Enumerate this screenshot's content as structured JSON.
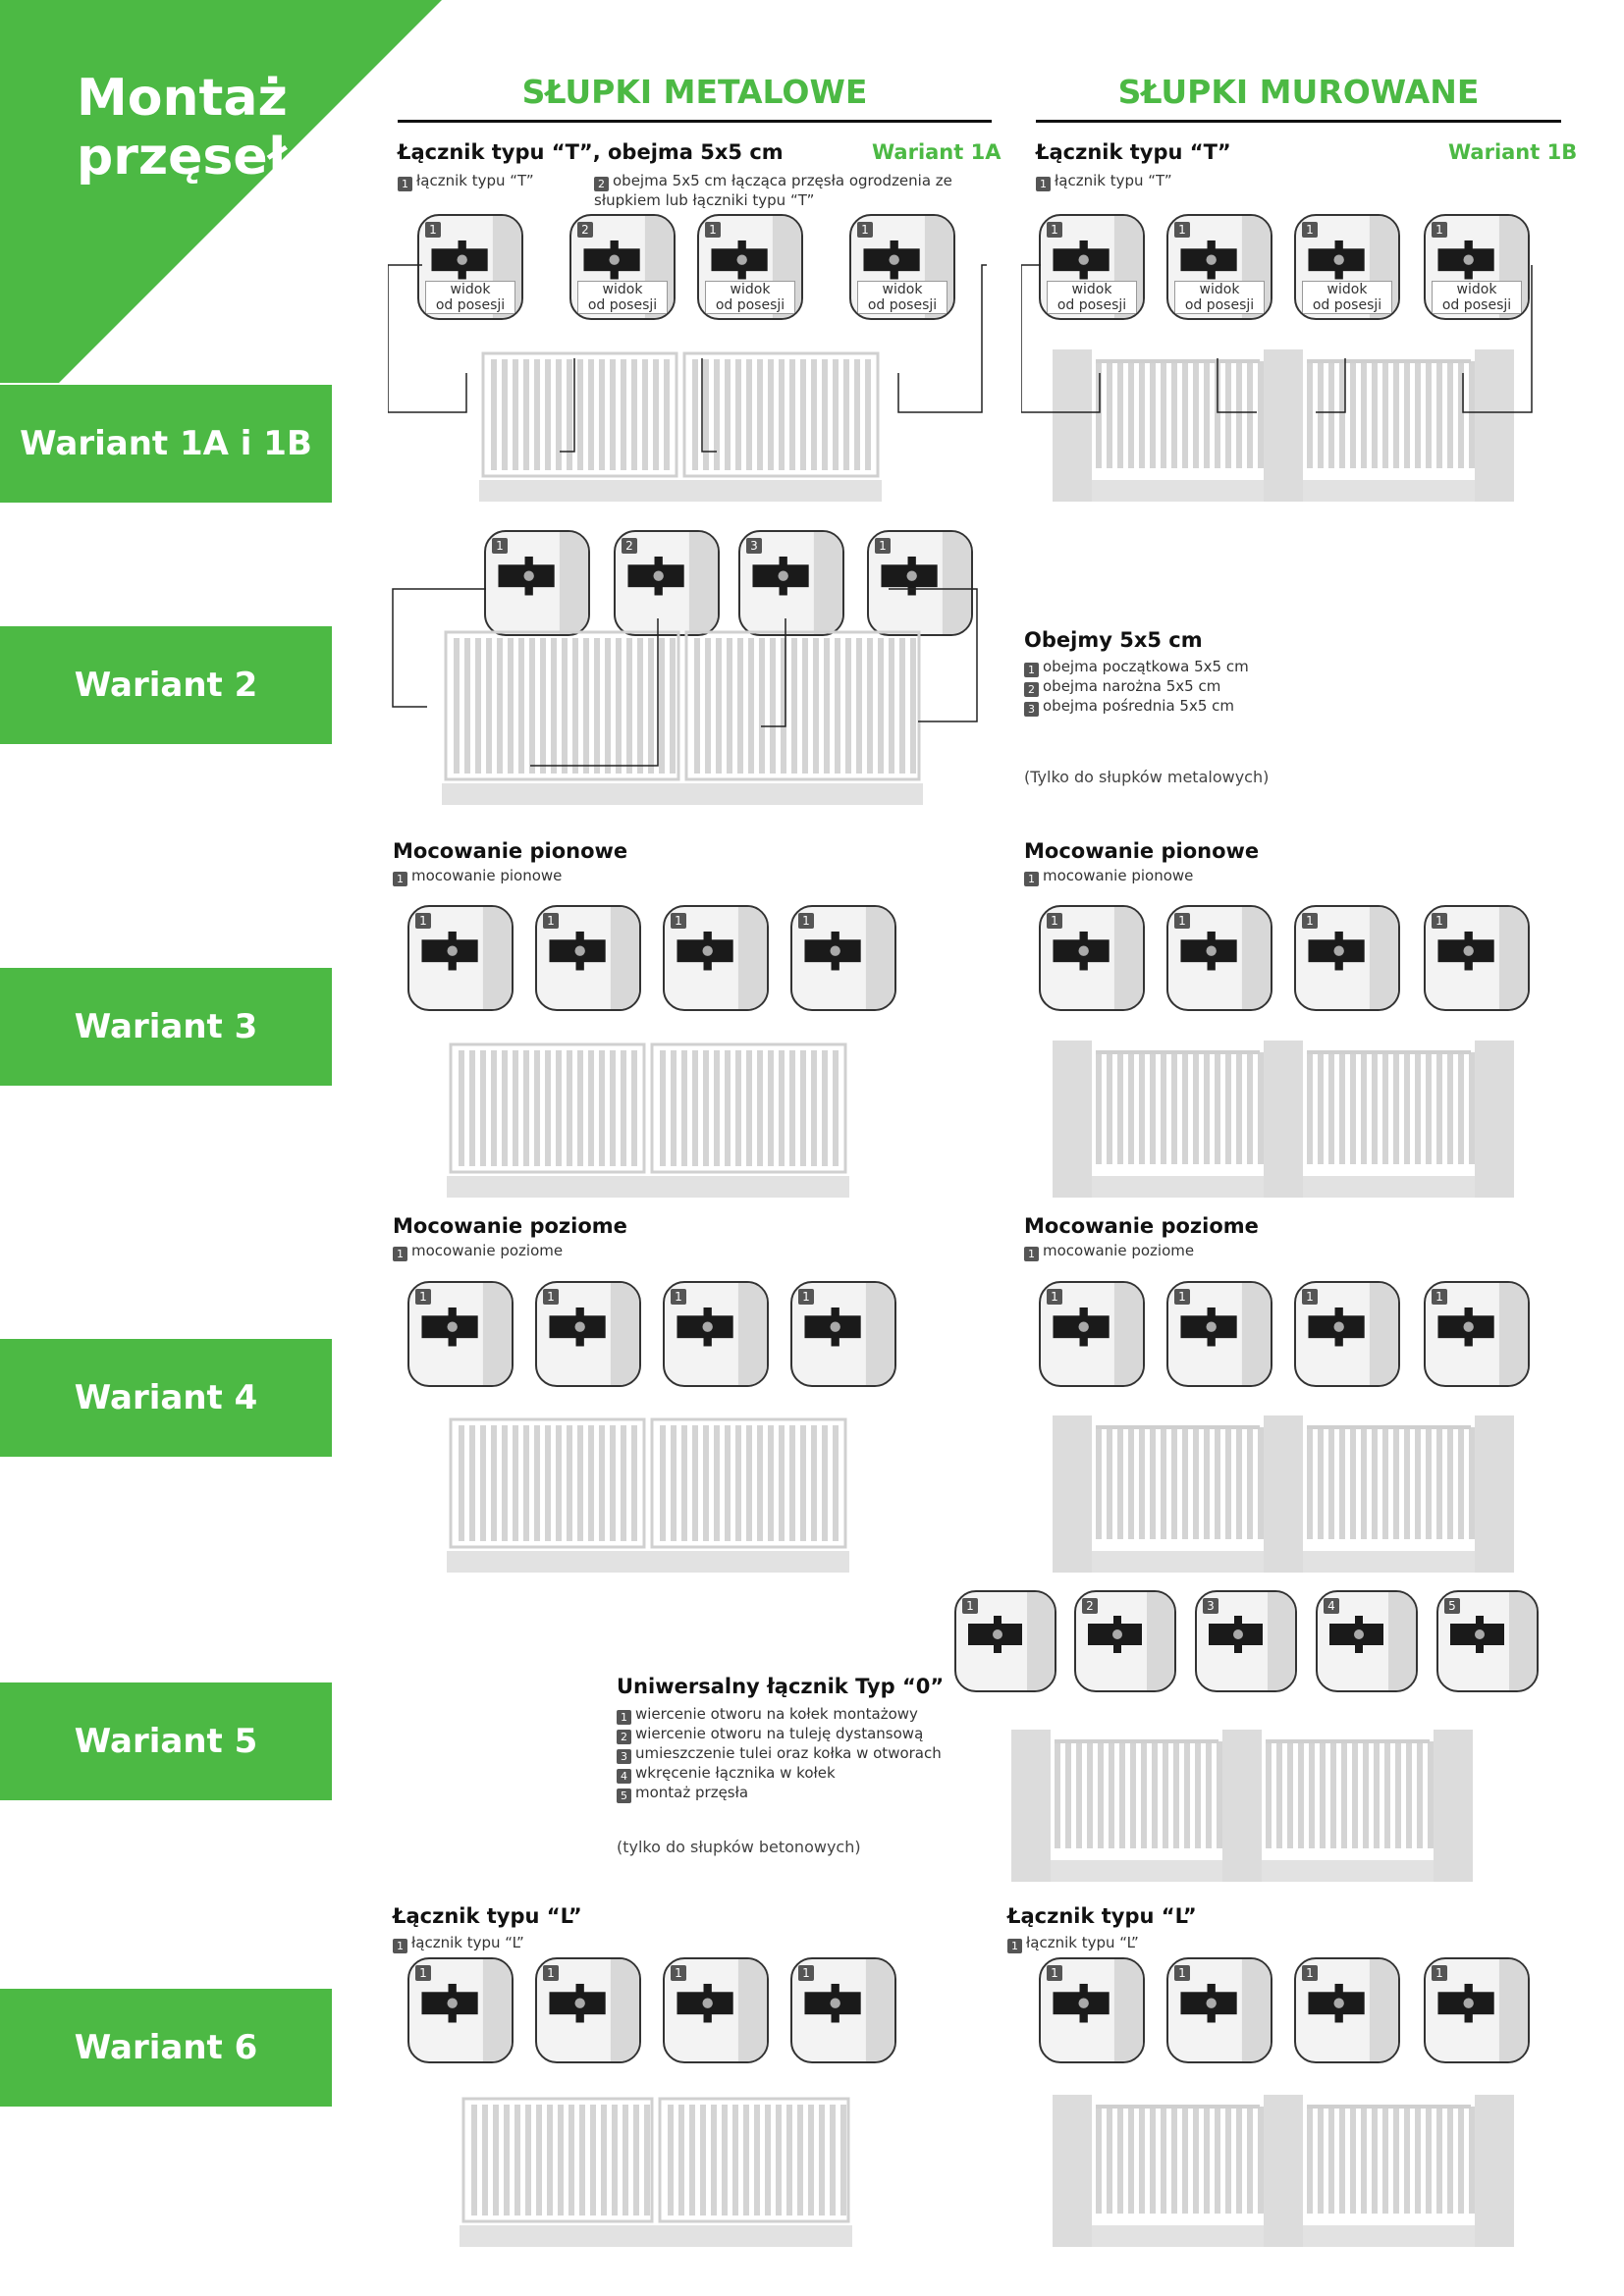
{
  "title": "Montaż przęseł",
  "columns": {
    "metal": "SŁUPKI METALOWE",
    "masonry": "SŁUPKI MUROWANE"
  },
  "variants": {
    "v1": "Wariant 1A i 1B",
    "v2": "Wariant 2",
    "v3": "Wariant 3",
    "v4": "Wariant 4",
    "v5": "Wariant 5",
    "v6": "Wariant 6"
  },
  "v1a": {
    "title": "Łącznik typu “T”, obejma 5x5 cm",
    "tag": "Wariant 1A",
    "item1": "łącznik typu “T”",
    "item2": "obejma 5x5 cm łącząca przęsła ogrodzenia ze słupkiem lub łączniki typu “T”"
  },
  "v1b": {
    "title": "Łącznik typu “T”",
    "tag": "Wariant 1B",
    "item1": "łącznik typu “T”"
  },
  "view_label_line1": "widok",
  "view_label_line2": "od posesji",
  "v2": {
    "title": "Obejmy 5x5 cm",
    "item1": "obejma początkowa 5x5 cm",
    "item2": "obejma narożna 5x5 cm",
    "item3": "obejma pośrednia 5x5 cm",
    "note": "(Tylko do słupków metalowych)"
  },
  "v3": {
    "title": "Mocowanie pionowe",
    "item1": "mocowanie pionowe"
  },
  "v4": {
    "title": "Mocowanie poziome",
    "item1": "mocowanie poziome"
  },
  "v5": {
    "title": "Uniwersalny łącznik Typ “0”",
    "item1": "wiercenie otworu na kołek montażowy",
    "item2": "wiercenie otworu na tuleję dystansową",
    "item3": "umieszczenie tulei oraz kołka w otworach",
    "item4": "wkręcenie łącznika w kołek",
    "item5": "montaż przęsła",
    "note": "(tylko do słupków betonowych)"
  },
  "v6": {
    "title": "Łącznik typu “L”",
    "item1": "łącznik typu “L”"
  },
  "colors": {
    "brand_green": "#4cb944",
    "text": "#111111",
    "gray": "#555555"
  }
}
